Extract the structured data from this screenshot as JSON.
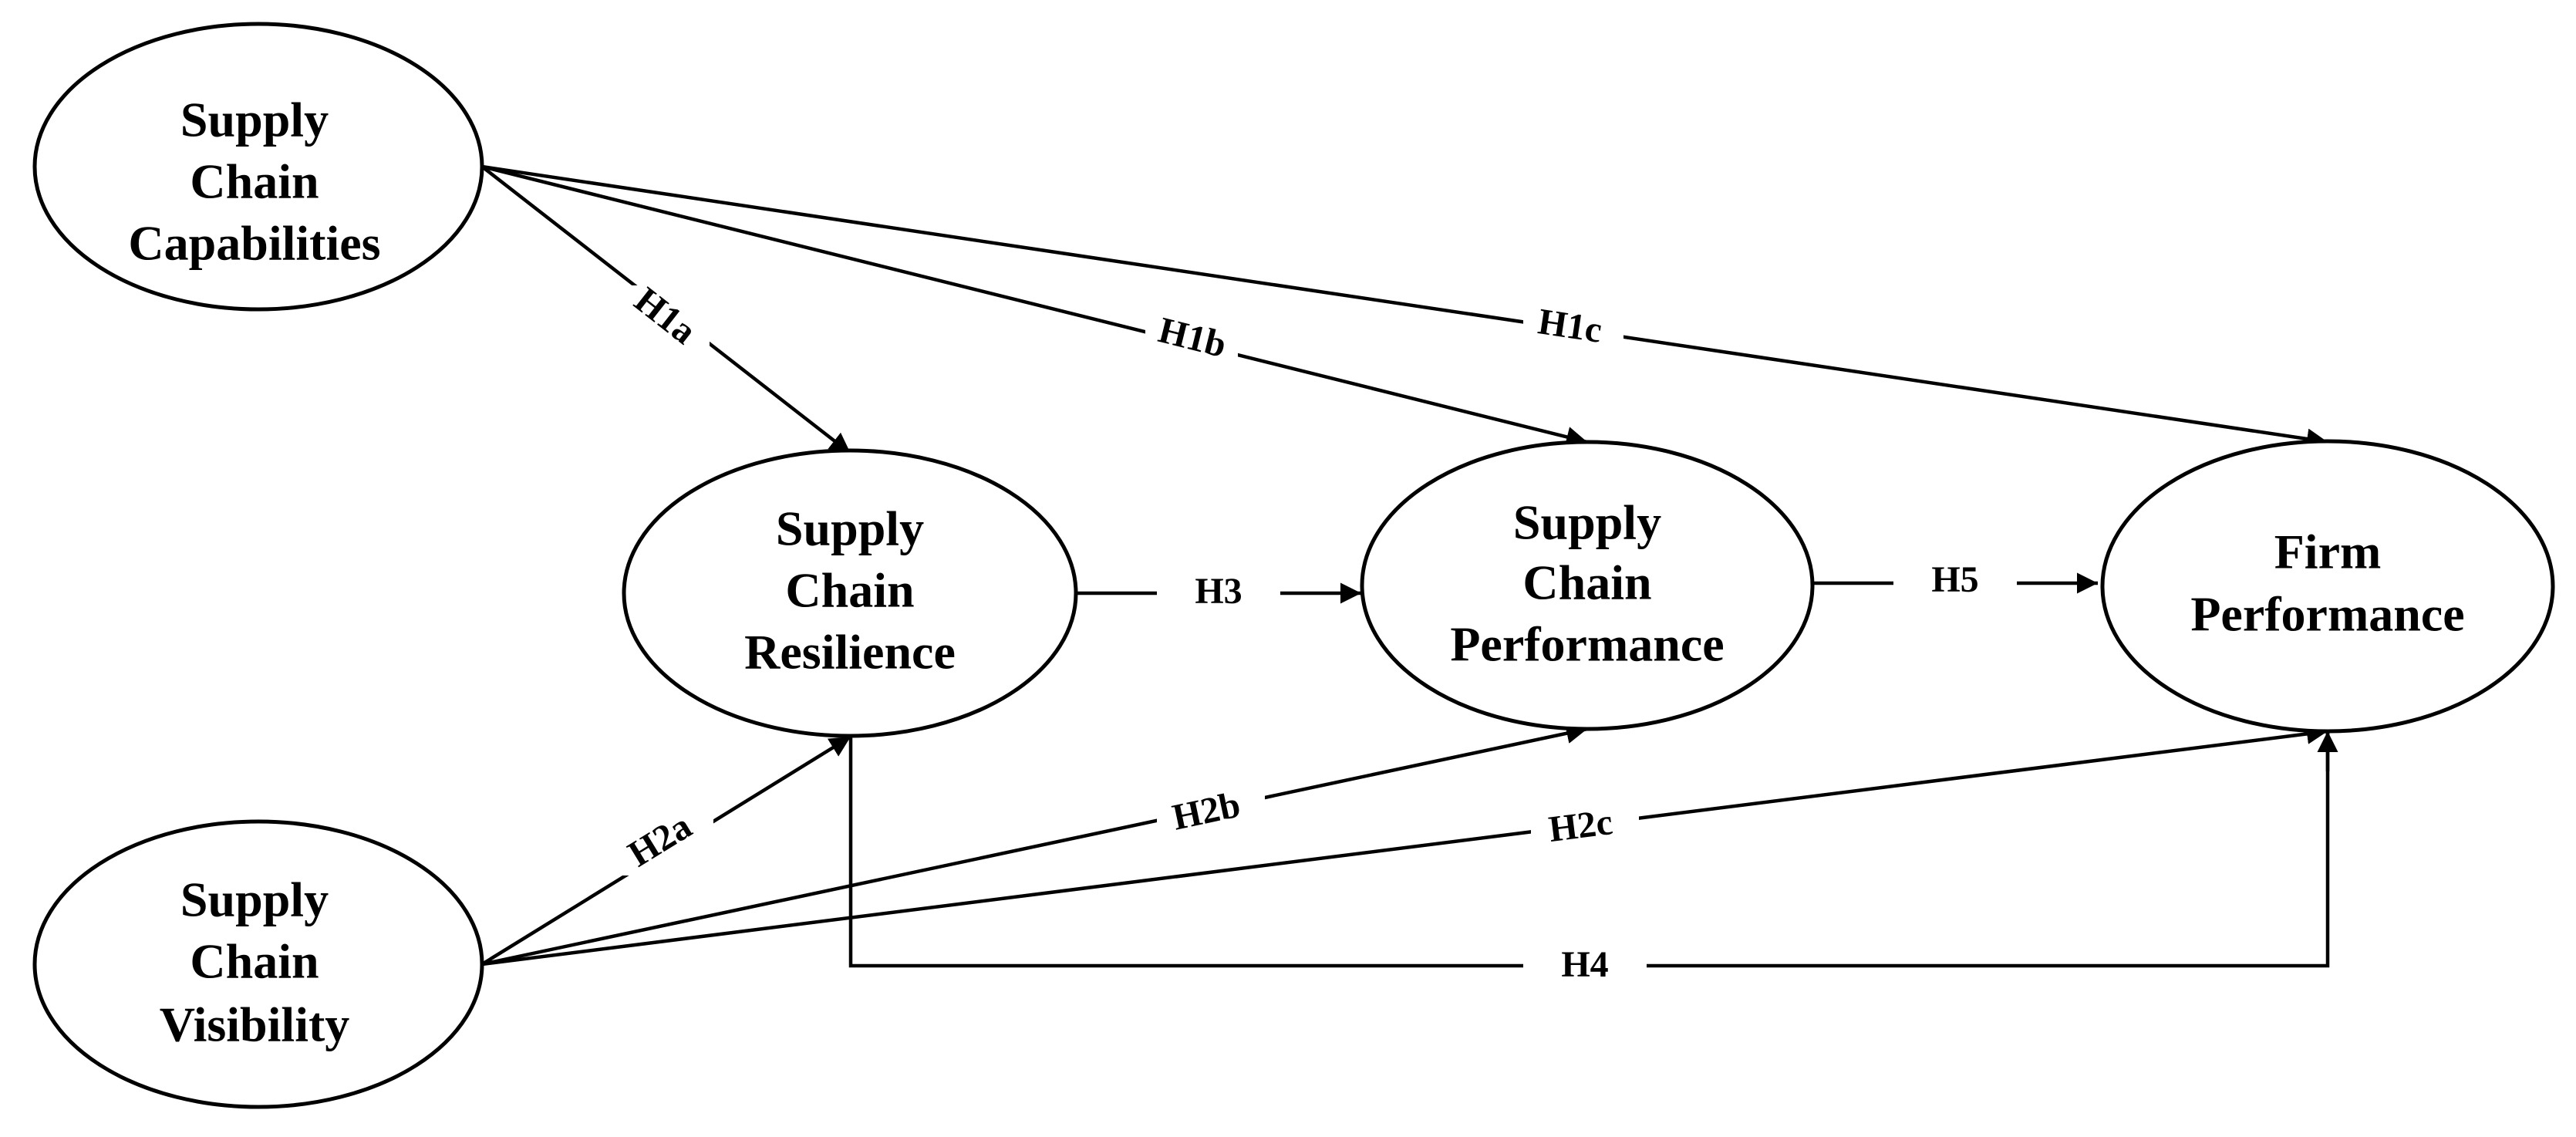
{
  "nodes": {
    "capabilities": {
      "lines": [
        "Supply",
        "Chain",
        "Capabilities"
      ]
    },
    "visibility": {
      "lines": [
        "Supply",
        "Chain",
        "Visibility"
      ]
    },
    "resilience": {
      "lines": [
        "Supply",
        "Chain",
        "Resilience"
      ]
    },
    "sc_performance": {
      "lines": [
        "Supply",
        "Chain",
        "Performance"
      ]
    },
    "firm_performance": {
      "lines": [
        "Firm",
        "Performance"
      ]
    }
  },
  "edges": [
    {
      "id": "H1a",
      "label": "H1a",
      "from": "capabilities",
      "to": "resilience"
    },
    {
      "id": "H1b",
      "label": "H1b",
      "from": "capabilities",
      "to": "sc_performance"
    },
    {
      "id": "H1c",
      "label": "H1c",
      "from": "capabilities",
      "to": "firm_performance"
    },
    {
      "id": "H2a",
      "label": "H2a",
      "from": "visibility",
      "to": "resilience"
    },
    {
      "id": "H2b",
      "label": "H2b",
      "from": "visibility",
      "to": "sc_performance"
    },
    {
      "id": "H2c",
      "label": "H2c",
      "from": "visibility",
      "to": "firm_performance"
    },
    {
      "id": "H3",
      "label": "H3",
      "from": "resilience",
      "to": "sc_performance"
    },
    {
      "id": "H4",
      "label": "H4",
      "from": "resilience",
      "to": "firm_performance"
    },
    {
      "id": "H5",
      "label": "H5",
      "from": "sc_performance",
      "to": "firm_performance"
    }
  ]
}
